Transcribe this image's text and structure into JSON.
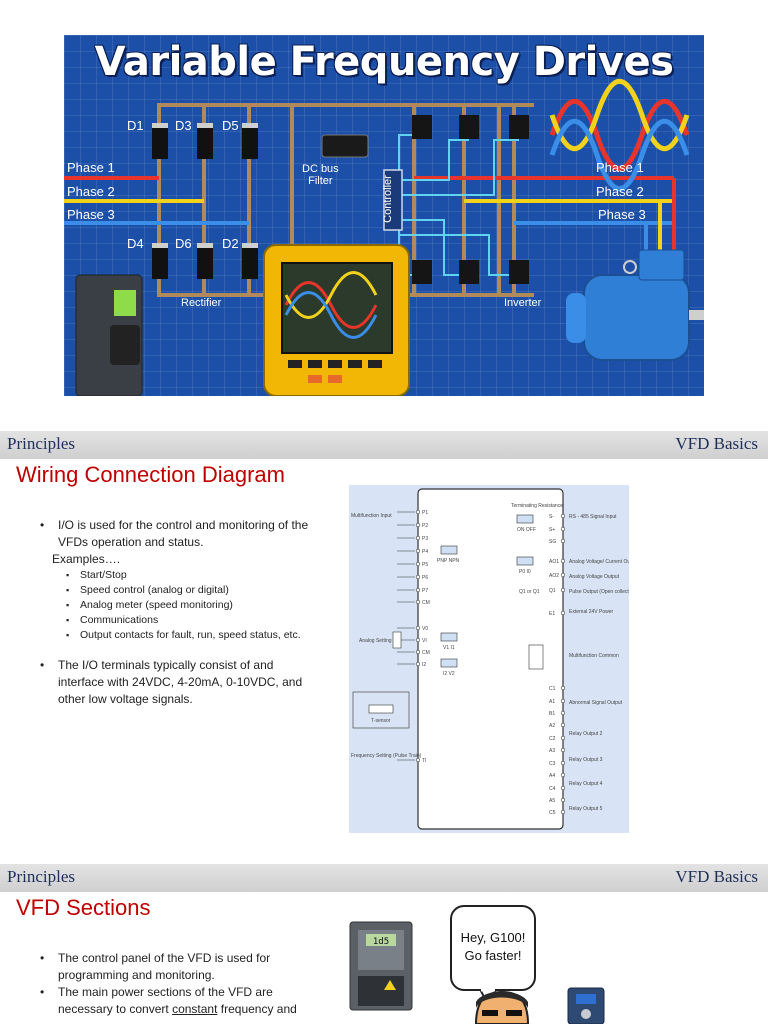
{
  "hero": {
    "title": "Variable Frequency Drives",
    "labels": {
      "d1": "D1",
      "d3": "D3",
      "d5": "D5",
      "d4": "D4",
      "d6": "D6",
      "d2": "D2",
      "phase1_left": "Phase 1",
      "phase2_left": "Phase 2",
      "phase3_left": "Phase 3",
      "phase1_right": "Phase 1",
      "phase2_right": "Phase 2",
      "phase3_right": "Phase 3",
      "dc_bus_filter": "DC bus\nFilter",
      "controller": "Controller",
      "rectifier": "Rectifier",
      "inverter": "Inverter"
    }
  },
  "slide1": {
    "header_left": "Principles",
    "header_right": "VFD Basics",
    "title": "Wiring Connection Diagram",
    "bullet1": "I/O is used for the control and monitoring of the VFDs operation and status.",
    "examples_label": "Examples….",
    "sub_items": [
      "Start/Stop",
      "Speed control (analog or digital)",
      "Analog meter (speed monitoring)",
      "Communications",
      "Output contacts for fault, run, speed status, etc."
    ],
    "bullet2": "The I/O terminals typically consist of and interface with 24VDC, 4-20mA, 0-10VDC, and other low voltage signals.",
    "diagram": {
      "left_terminals": [
        "P1",
        "P2",
        "P3",
        "P4",
        "P5",
        "P6",
        "P7",
        "CM",
        "V0",
        "VI",
        "CM",
        "I2",
        "TI"
      ],
      "right_terminals": [
        "S-",
        "S+",
        "SG",
        "AO1",
        "AO2",
        "Q1",
        "E1",
        "C1",
        "A1",
        "B1",
        "A2",
        "C2",
        "A3",
        "C3",
        "A4",
        "C4",
        "A5",
        "C5"
      ],
      "left_labels": [
        "Multifunction Input",
        "Analog Setting",
        "Frequency Setting (Pulse Train)",
        "T-sensor"
      ],
      "right_labels": [
        "RS - 485 Signal Input",
        "Analog Voltage/ Current Output",
        "Analog Voltage Output",
        "Pulse Output (Open collector)",
        "External 24V Power",
        "Multifunction Common",
        "Abnormal Signal Output",
        "Relay Output 2",
        "Relay Output 3",
        "Relay Output 4",
        "Relay Output 5"
      ],
      "switch_labels": [
        "Terminating Resistance",
        "ON  OFF",
        "PNP  NPN",
        "V1  I1",
        "I2  V2",
        "P0  I0",
        "Q1 or Q1"
      ]
    }
  },
  "slide2": {
    "header_left": "Principles",
    "header_right": "VFD Basics",
    "title": "VFD Sections",
    "bullet1": "The control panel of the VFD is used for programming and monitoring.",
    "bullet2_pre": "The main power sections of the VFD are necessary to convert ",
    "bullet2_underlined": "constant",
    "bullet2_post": " frequency and",
    "speech_bubble": "Hey, G100!\nGo faster!",
    "device_display": "1d5"
  }
}
